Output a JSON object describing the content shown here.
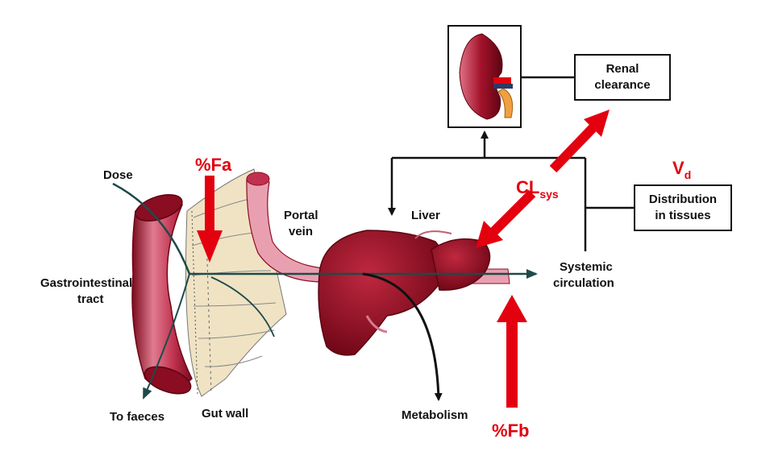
{
  "labels": {
    "dose": "Dose",
    "gi_tract_line1": "Gastrointestinal",
    "gi_tract_line2": "tract",
    "to_faeces": "To faeces",
    "gut_wall": "Gut wall",
    "portal_vein_line1": "Portal",
    "portal_vein_line2": "vein",
    "liver": "Liver",
    "metabolism": "Metabolism",
    "systemic_line1": "Systemic",
    "systemic_line2": "circulation"
  },
  "boxes": {
    "renal_line1": "Renal",
    "renal_line2": "clearance",
    "distribution_line1": "Distribution",
    "distribution_line2": "in tissues"
  },
  "parameters": {
    "fa": "%Fa",
    "fb": "%Fb",
    "cl_main": "CL",
    "cl_sub": "sys",
    "vd_main": "V",
    "vd_sub": "d"
  },
  "colors": {
    "highlight_red": "#e3000f",
    "organ_red": "#8e0d22",
    "vessel_pink": "#d9788c",
    "gut_wall_beige": "#efe3c4",
    "flow_arrow": "#1f4a4a"
  }
}
